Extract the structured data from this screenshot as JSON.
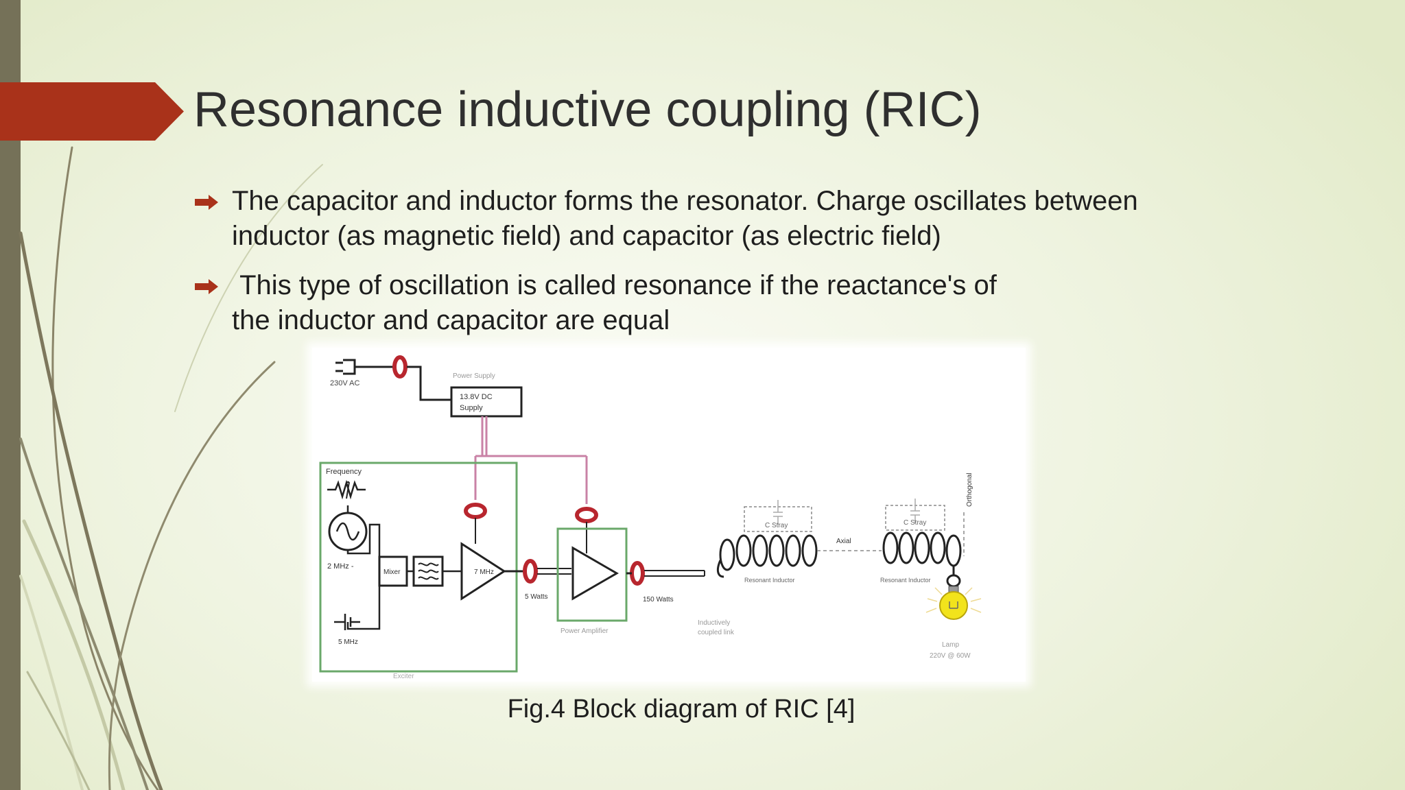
{
  "slide": {
    "title": "Resonance inductive coupling (RIC)",
    "bullets": [
      "The capacitor and inductor forms the resonator. Charge oscillates between inductor (as magnetic field) and capacitor (as electric field)",
      " This type of oscillation is called resonance if the reactance's of the inductor and capacitor are equal"
    ],
    "caption": "Fig.4 Block diagram of RIC [4]"
  },
  "diagram": {
    "ac_source": "230V AC",
    "power_supply_title": "Power Supply",
    "dc_supply_line1": "13.8V DC",
    "dc_supply_line2": "Supply",
    "frequency": "Frequency",
    "osc_2mhz": "2 MHz -",
    "mixer": "Mixer",
    "amp_7mhz": "7 MHz",
    "osc_5mhz": "5 MHz",
    "exciter": "Exciter",
    "watts_5": "5 Watts",
    "power_amplifier": "Power Amplifier",
    "watts_150": "150 Watts",
    "inductive_link_line1": "Inductively",
    "inductive_link_line2": "coupled link",
    "c_stray_1": "C Stray",
    "c_stray_2": "C Stray",
    "axial": "Axial",
    "orthogonal": "Orthogonal",
    "resonant_inductor_1": "Resonant Inductor",
    "resonant_inductor_2": "Resonant Inductor",
    "lamp": "Lamp",
    "lamp_rating": "220V @ 60W"
  },
  "colors": {
    "accent": "#a9321a",
    "sidebar": "#757158",
    "exciter_box": "#6aa86a",
    "supply_wire": "#c982a6",
    "toroid": "#b8262e",
    "bulb": "#f2e31c"
  }
}
